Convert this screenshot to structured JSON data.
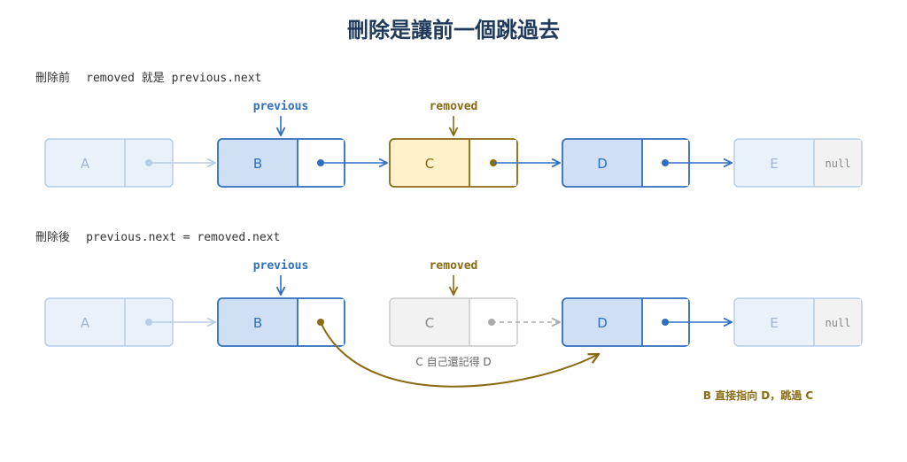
{
  "title": "刪除是讓前一個跳過去",
  "colors": {
    "blue": "#2f6fbf",
    "blue_fill": "#cfe0f4",
    "faded_blue_stroke": "#b7cde8",
    "faded_blue_fill": "#e9f1fb",
    "gold": "#8a6a12",
    "gold_fill": "#fff1c9",
    "gray_stroke": "#cccccc",
    "gray_fill": "#f2f2f2",
    "title": "#1f3a5a"
  },
  "before": {
    "label_prefix": "刪除前",
    "label_code": "removed 就是 previous.next",
    "pointer_previous": "previous",
    "pointer_removed": "removed",
    "nodes": [
      {
        "value": "A",
        "next": ""
      },
      {
        "value": "B",
        "next": ""
      },
      {
        "value": "C",
        "next": ""
      },
      {
        "value": "D",
        "next": ""
      },
      {
        "value": "E",
        "next": "null"
      }
    ]
  },
  "after": {
    "label_prefix": "刪除後",
    "label_code": "previous.next = removed.next",
    "pointer_previous": "previous",
    "pointer_removed": "removed",
    "nodes": [
      {
        "value": "A",
        "next": ""
      },
      {
        "value": "B",
        "next": ""
      },
      {
        "value": "C",
        "next": ""
      },
      {
        "value": "D",
        "next": ""
      },
      {
        "value": "E",
        "next": "null"
      }
    ],
    "note_c": "C 自己還記得 D",
    "note_b": "B 直接指向 D，跳過 C"
  }
}
